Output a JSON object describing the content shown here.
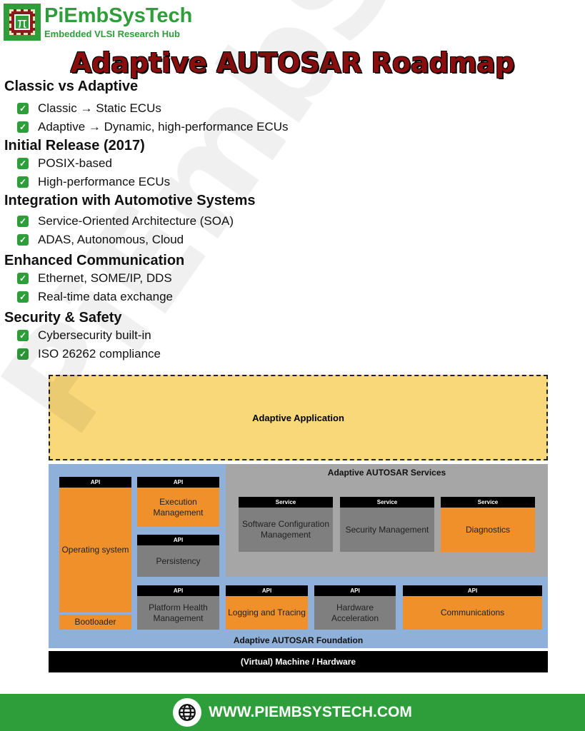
{
  "brand": {
    "name": "PiEmbSysTech",
    "tagline": "Embedded VLSI Research Hub",
    "logo_glyph": "π"
  },
  "title": "Adaptive AUTOSAR Roadmap",
  "sections": [
    {
      "heading": "Classic vs Adaptive",
      "items": [
        "Classic → Static ECUs",
        "Adaptive → Dynamic, high-performance ECUs"
      ]
    },
    {
      "heading": "Initial Release (2017)",
      "items": [
        "POSIX-based",
        "High-performance ECUs"
      ]
    },
    {
      "heading": "Integration with Automotive Systems",
      "items": [
        "Service-Oriented Architecture (SOA)",
        "ADAS, Autonomous, Cloud"
      ]
    },
    {
      "heading": "Enhanced Communication",
      "items": [
        "Ethernet, SOME/IP, DDS",
        "Real-time data exchange"
      ]
    },
    {
      "heading": "Security & Safety",
      "items": [
        "Cybersecurity built-in",
        "ISO 26262 compliance"
      ]
    }
  ],
  "diagram": {
    "application": "Adaptive Application",
    "services_label": "Adaptive AUTOSAR Services",
    "foundation_label": "Adaptive AUTOSAR Foundation",
    "hardware": "(Virtual) Machine / Hardware",
    "api": "API",
    "service": "Service",
    "os": "Operating system",
    "bootloader": "Bootloader",
    "exec": "Execution Management",
    "persistency": "Persistency",
    "swconf": "Software Configuration Management",
    "security": "Security Management",
    "diagnostics": "Diagnostics",
    "phm": "Platform Health Management",
    "logging": "Logging and Tracing",
    "hwaccel": "Hardware Acceleration",
    "comms": "Communications"
  },
  "footer": {
    "url": "WWW.PIEMBSYSTECH.COM",
    "icon": "globe-icon"
  },
  "watermark": "PiEmbSysTech",
  "colors": {
    "green": "#2e9e3a",
    "title": "#8b0e0e",
    "orange": "#f0902b",
    "gray": "#7f7f7f",
    "blue": "#8fb0d8",
    "yellow": "#f9d87a"
  }
}
